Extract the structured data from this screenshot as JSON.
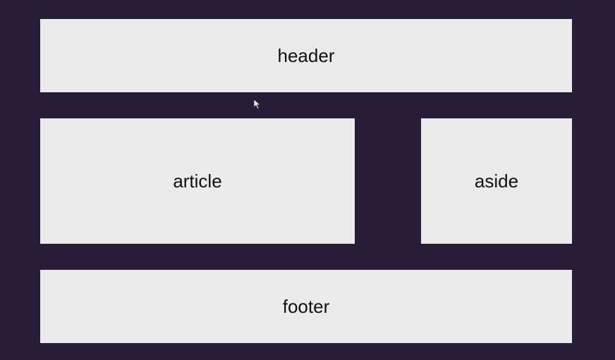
{
  "layout": {
    "header": {
      "label": "header"
    },
    "article": {
      "label": "article"
    },
    "aside": {
      "label": "aside"
    },
    "footer": {
      "label": "footer"
    }
  },
  "colors": {
    "background": "#271d37",
    "box": "#ebebeb",
    "text": "#111111"
  },
  "cursor": {
    "icon": "mouse-pointer-icon"
  }
}
